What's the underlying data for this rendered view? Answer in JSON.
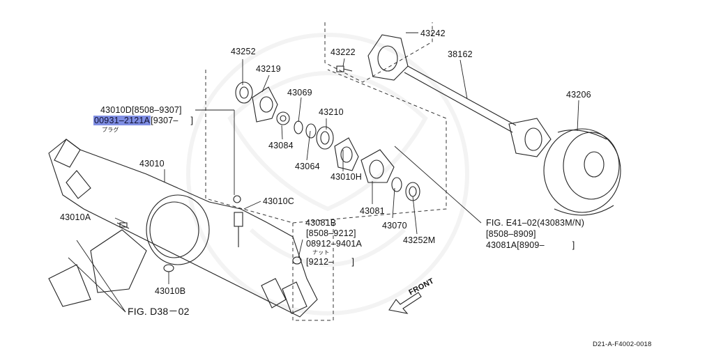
{
  "labels": {
    "p43252": "43252",
    "p43219": "43219",
    "p43222": "43222",
    "p43242": "43242",
    "p38162": "38162",
    "p43206": "43206",
    "p43069": "43069",
    "p43210": "43210",
    "p43084": "43084",
    "p43064": "43064",
    "p43010h": "43010H",
    "p43081": "43081",
    "p43070": "43070",
    "p43252m": "43252M",
    "p43010": "43010",
    "p43010c": "43010C",
    "p43010a": "43010A",
    "p43010b": "43010B",
    "p43010d": "43010D",
    "p43010d_range": "[8508–9307]",
    "p00931": "00931–2121A",
    "p00931_range": "[9307–",
    "p00931_close": "]",
    "p00931_note": "プラグ",
    "p43081b": "43081B",
    "p43081b_range": "[8508–9212]",
    "p08912": "08912–9401A",
    "p08912_note": "ナット",
    "p08912_range": "[9212–",
    "p08912_close": "]",
    "fig_d38": "FIG. D38－02",
    "fig_e41": "FIG. E41–02(43083M/N)",
    "fig_e41_range": "[8508–8909]",
    "p43081a": "43081A[8909–",
    "p43081a_close": "]",
    "front": "FRONT",
    "doc_id": "D21-A-F4002-0018"
  },
  "colors": {
    "highlight": "#7f8ee3",
    "line": "#222222",
    "watermark": "#f1f1f1"
  }
}
